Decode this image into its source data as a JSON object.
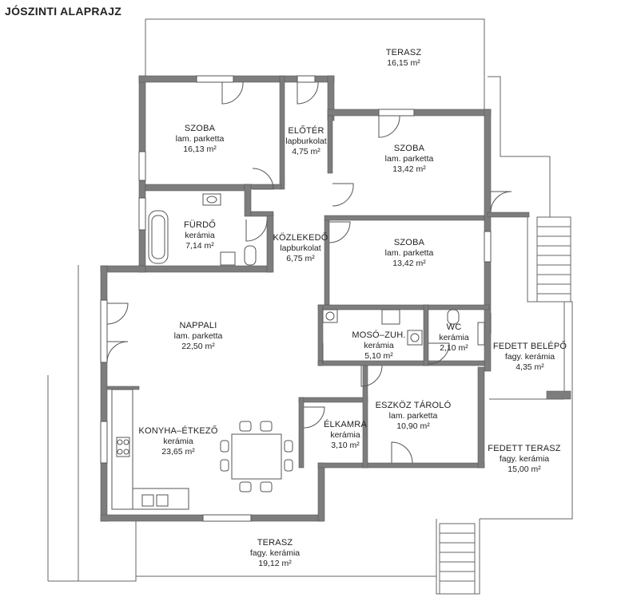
{
  "title": "JÓSZINTI ALAPRAJZ",
  "rooms": [
    {
      "id": "terasz-top",
      "name": "TERASZ",
      "floor": "",
      "area": "16,15 m²"
    },
    {
      "id": "szoba-1",
      "name": "SZOBA",
      "floor": "lam. parketta",
      "area": "16,13 m²"
    },
    {
      "id": "eloter",
      "name": "ELŐTÉR",
      "floor": "lapburkolat",
      "area": "4,75 m²"
    },
    {
      "id": "szoba-2",
      "name": "SZOBA",
      "floor": "lam. parketta",
      "area": "13,42 m²"
    },
    {
      "id": "furdo",
      "name": "FÜRDŐ",
      "floor": "kerámia",
      "area": "7,14 m²"
    },
    {
      "id": "kozlekedo",
      "name": "KÖZLEKEDŐ",
      "floor": "lapburkolat",
      "area": "6,75 m²"
    },
    {
      "id": "szoba-3",
      "name": "SZOBA",
      "floor": "lam. parketta",
      "area": "13,42 m²"
    },
    {
      "id": "nappali",
      "name": "NAPPALI",
      "floor": "lam. parketta",
      "area": "22,50 m²"
    },
    {
      "id": "moso",
      "name": "MOSÓ–ZUH.",
      "floor": "kerámia",
      "area": "5,10 m²"
    },
    {
      "id": "wc",
      "name": "WC",
      "floor": "kerámia",
      "area": "2,10 m²"
    },
    {
      "id": "fedett-belepo",
      "name": "FEDETT BELÉPŐ",
      "floor": "fagy. kerámia",
      "area": "4,35 m²"
    },
    {
      "id": "eszkoz",
      "name": "ESZKÖZ TÁROLÓ",
      "floor": "lam. parketta",
      "area": "10,90 m²"
    },
    {
      "id": "konyha",
      "name": "KONYHA–ÉTKEZŐ",
      "floor": "kerámia",
      "area": "23,65 m²"
    },
    {
      "id": "elkamra",
      "name": "ÉLKAMRA",
      "floor": "kerámia",
      "area": "3,10 m²"
    },
    {
      "id": "fedett-terasz",
      "name": "FEDETT TERASZ",
      "floor": "fagy. kerámia",
      "area": "15,00 m²"
    },
    {
      "id": "terasz-bottom",
      "name": "TERASZ",
      "floor": "fagy. kerámia",
      "area": "19,12 m²"
    }
  ],
  "colors": {
    "wall": "#7d7d7d",
    "wall_edge": "#5a5a5a",
    "line": "#555555",
    "text": "#222222"
  }
}
